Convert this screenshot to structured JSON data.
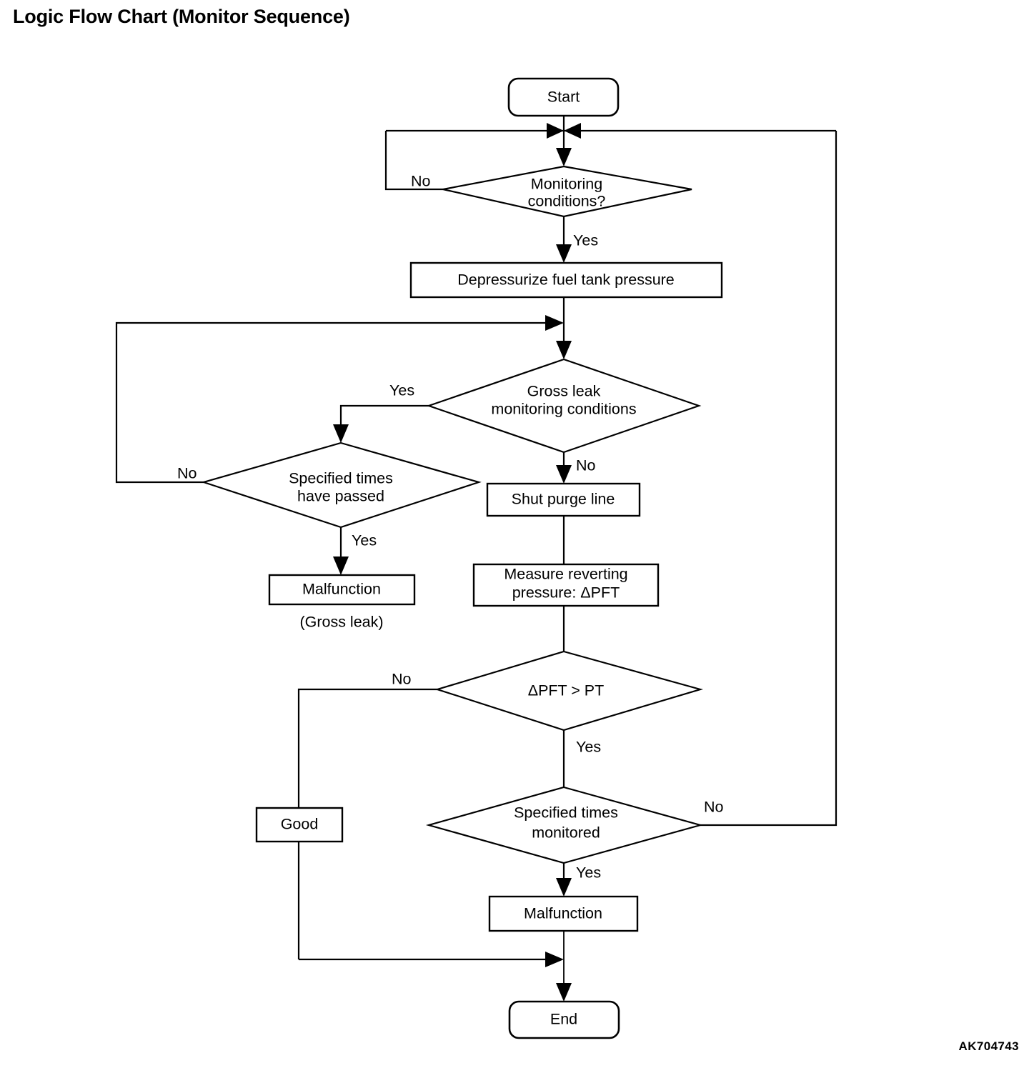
{
  "page": {
    "title": "Logic Flow Chart (Monitor Sequence)",
    "watermark": "AK704743"
  },
  "chart_data": {
    "type": "diagram",
    "title": "Logic Flow Chart (Monitor Sequence)",
    "diagram_kind": "flowchart",
    "nodes": [
      {
        "id": "start",
        "shape": "terminator",
        "label": "Start"
      },
      {
        "id": "mon_cond",
        "shape": "decision",
        "label_line1": "Monitoring",
        "label_line2": "conditions?"
      },
      {
        "id": "depressurize",
        "shape": "process",
        "label": "Depressurize fuel tank pressure"
      },
      {
        "id": "gross_leak",
        "shape": "decision",
        "label_line1": "Gross leak",
        "label_line2": "monitoring conditions"
      },
      {
        "id": "times_passed",
        "shape": "decision",
        "label_line1": "Specified times",
        "label_line2": "have passed"
      },
      {
        "id": "malf_gross",
        "shape": "process",
        "label": "Malfunction",
        "caption": "(Gross leak)"
      },
      {
        "id": "shut_purge",
        "shape": "process",
        "label": "Shut purge line"
      },
      {
        "id": "measure",
        "shape": "process",
        "label_line1": "Measure reverting",
        "label_line2": "pressure:  ΔPFT"
      },
      {
        "id": "pft_gt_pt",
        "shape": "decision",
        "label": "ΔPFT > PT"
      },
      {
        "id": "times_mon",
        "shape": "decision",
        "label_line1": "Specified times",
        "label_line2": "monitored"
      },
      {
        "id": "good",
        "shape": "process",
        "label": "Good"
      },
      {
        "id": "malfunction",
        "shape": "process",
        "label": "Malfunction"
      },
      {
        "id": "end",
        "shape": "terminator",
        "label": "End"
      }
    ],
    "edges": [
      {
        "from": "start",
        "to": "mon_cond",
        "label": ""
      },
      {
        "from": "mon_cond",
        "to": "mon_cond",
        "label": "No"
      },
      {
        "from": "mon_cond",
        "to": "depressurize",
        "label": "Yes"
      },
      {
        "from": "depressurize",
        "to": "gross_leak",
        "label": ""
      },
      {
        "from": "gross_leak",
        "to": "times_passed",
        "label": "Yes"
      },
      {
        "from": "gross_leak",
        "to": "shut_purge",
        "label": "No"
      },
      {
        "from": "times_passed",
        "to": "depressurize",
        "label": "No"
      },
      {
        "from": "times_passed",
        "to": "malf_gross",
        "label": "Yes"
      },
      {
        "from": "shut_purge",
        "to": "measure",
        "label": ""
      },
      {
        "from": "measure",
        "to": "pft_gt_pt",
        "label": ""
      },
      {
        "from": "pft_gt_pt",
        "to": "good",
        "label": "No"
      },
      {
        "from": "pft_gt_pt",
        "to": "times_mon",
        "label": "Yes"
      },
      {
        "from": "times_mon",
        "to": "mon_cond",
        "label": "No"
      },
      {
        "from": "times_mon",
        "to": "malfunction",
        "label": "Yes"
      },
      {
        "from": "malfunction",
        "to": "end",
        "label": ""
      },
      {
        "from": "good",
        "to": "end",
        "label": ""
      }
    ],
    "edge_labels": {
      "mon_no": "No",
      "mon_yes": "Yes",
      "gross_yes": "Yes",
      "gross_no": "No",
      "passed_no": "No",
      "passed_yes": "Yes",
      "pft_no": "No",
      "pft_yes": "Yes",
      "monitored_no": "No",
      "monitored_yes": "Yes"
    },
    "colors": {
      "stroke": "#000000",
      "fill": "#ffffff",
      "text": "#000000"
    }
  }
}
